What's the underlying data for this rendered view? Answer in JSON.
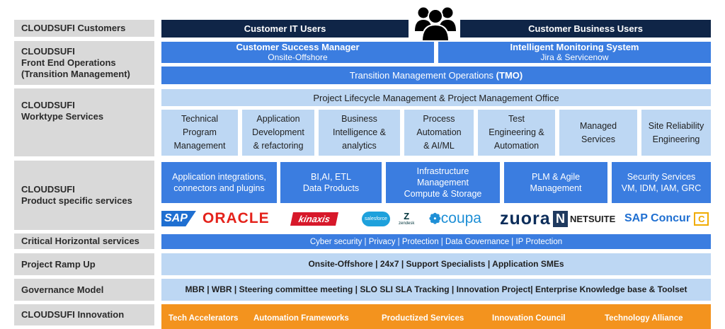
{
  "labels": {
    "customers": "CLOUDSUFI Customers",
    "front_end": "CLOUDSUFI\nFront End Operations\n(Transition Management)",
    "worktype": "CLOUDSUFI\nWorktype Services",
    "product": "CLOUDSUFI\nProduct specific services",
    "critical": "Critical Horizontal services",
    "ramp_up": "Project Ramp Up",
    "governance": "Governance Model",
    "innovation": "CLOUDSUFI  Innovation"
  },
  "customers": {
    "it_users": "Customer IT Users",
    "business_users": "Customer Business Users",
    "icon": "users-group-icon"
  },
  "front_end": {
    "csm_title": "Customer Success Manager",
    "csm_sub": "Onsite-Offshore",
    "ims_title": "Intelligent Monitoring System",
    "ims_sub": "Jira & Servicenow",
    "tmo_text": "Transition Management Operations ",
    "tmo_abbr": "(TMO)"
  },
  "worktype": {
    "header": "Project Lifecycle Management & Project Management Office",
    "services": [
      "Technical\nProgram\nManagement",
      "Application\nDevelopment\n& refactoring",
      "Business\nIntelligence &\nanalytics",
      "Process\nAutomation\n& AI/ML",
      "Test\nEngineering &\nAutomation",
      "Managed\nServices",
      "Site Reliability\nEngineering"
    ]
  },
  "product": {
    "services": [
      "Application integrations,\nconnectors and plugins",
      "BI,AI, ETL\nData Products",
      "Infrastructure\nManagement\nCompute & Storage",
      "PLM & Agile\nManagement",
      "Security Services\nVM, IDM, IAM, GRC"
    ],
    "logos": {
      "sap": "SAP",
      "oracle": "ORACLE",
      "kinaxis": "kinaxis",
      "salesforce": "salesforce",
      "zendesk_mark": "Z",
      "zendesk": "zendesk",
      "coupa": "coupa",
      "zuora": "zuora",
      "netsuite_mark": "N",
      "netsuite": "NETSUITE",
      "sap_concur": "SAP Concur",
      "concur_mark": "C"
    }
  },
  "critical": {
    "text": "Cyber security | Privacy | Protection | Data Governance | IP Protection"
  },
  "ramp_up": {
    "text": "Onsite-Offshore | 24x7 | Support Specialists | Application SMEs"
  },
  "governance": {
    "text": "MBR  | WBR | Steering committee meeting | SLO SLI SLA  Tracking | Innovation Project| Enterprise Knowledge base & Toolset"
  },
  "innovation": {
    "items": [
      "Tech Accelerators",
      "Automation Frameworks",
      "Productized Services",
      "Innovation Council",
      "Technology Alliance"
    ]
  },
  "colors": {
    "navy": "#0f2547",
    "blue": "#3b7de0",
    "light_blue": "#bdd7f3",
    "gray": "#d9d9d9",
    "orange": "#f3931e"
  }
}
